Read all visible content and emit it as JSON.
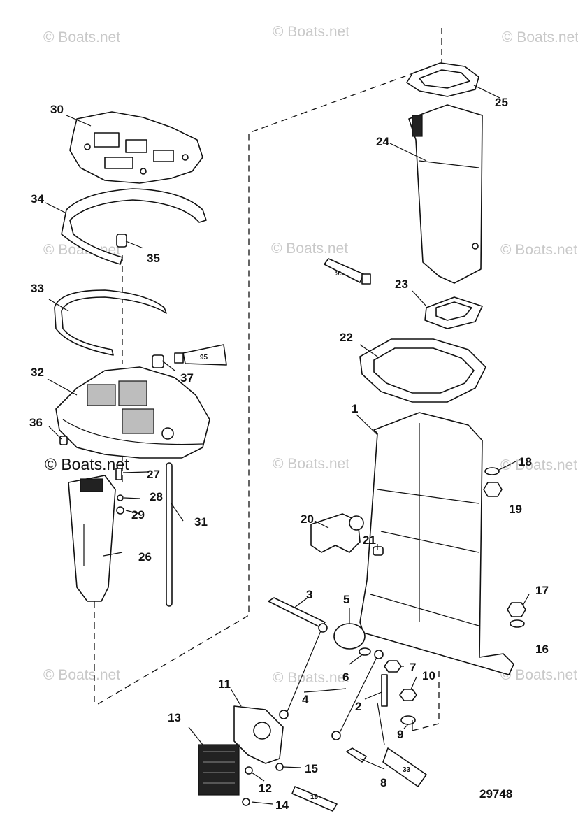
{
  "figure_id": "29748",
  "watermark": "© Boats.net",
  "tube_labels": {
    "tube_95_a": "95",
    "tube_95_b": "95",
    "tube_33": "33",
    "tube_19": "19"
  },
  "callouts": {
    "p1": "1",
    "p2": "2",
    "p3": "3",
    "p4": "4",
    "p5": "5",
    "p6": "6",
    "p7": "7",
    "p8": "8",
    "p9": "9",
    "p10": "10",
    "p11": "11",
    "p12": "12",
    "p13": "13",
    "p14": "14",
    "p15": "15",
    "p16": "16",
    "p17": "17",
    "p18": "18",
    "p19": "19",
    "p20": "20",
    "p21": "21",
    "p22": "22",
    "p23": "23",
    "p24": "24",
    "p25": "25",
    "p26": "26",
    "p27": "27",
    "p28": "28",
    "p29": "29",
    "p30": "30",
    "p31": "31",
    "p32": "32",
    "p33": "33",
    "p34": "34",
    "p35": "35",
    "p36": "36",
    "p37": "37"
  }
}
